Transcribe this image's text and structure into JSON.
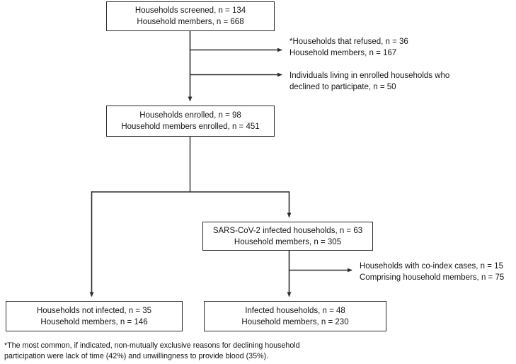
{
  "figure": {
    "type": "flowchart",
    "title": "Household SARS-CoV-2 transmission study participant flow",
    "line_color": "#2b2b2b",
    "text_color": "#141414",
    "background": "#ffffff"
  },
  "nodes": {
    "screened": {
      "name": "households-screened",
      "lines": [
        "Households screened, n = 134",
        "Household members, n = 668"
      ]
    },
    "enrolled": {
      "name": "households-enrolled",
      "lines": [
        "Households enrolled, n = 98",
        "Household members enrolled, n = 451"
      ]
    },
    "sars_infected": {
      "name": "sars-cov-2-infected-households",
      "lines": [
        "SARS-CoV-2 infected households, n = 63",
        "Household members, n = 305"
      ]
    },
    "not_infected": {
      "name": "households-not-infected",
      "lines": [
        "Households not infected, n = 35",
        "Household members, n = 146"
      ]
    },
    "infected": {
      "name": "infected-households",
      "lines": [
        "Infected households, n = 48",
        "Household members, n = 230"
      ]
    }
  },
  "exclusions": {
    "refused": {
      "name": "households-refused",
      "lines": [
        "*Households that refused, n = 36",
        "Household members, n = 167"
      ]
    },
    "declined": {
      "name": "individuals-declined",
      "lines": [
        "Individuals living in enrolled households who",
        "declined to participate, n = 50"
      ]
    },
    "co_index": {
      "name": "households-with-co-index-cases",
      "lines": [
        "Households with co-index cases, n = 15",
        "Comprising household members, n = 75"
      ]
    }
  },
  "footnote": {
    "name": "footnote",
    "lines": [
      "*The most common, if indicated, non-mutually exclusive reasons for declining household",
      "participation were lack of time (42%) and unwillingness to provide blood (35%)."
    ]
  },
  "chart_data": {
    "type": "flowchart",
    "title": "Participant flow",
    "counts": {
      "households_screened": 134,
      "household_members_screened": 668,
      "households_refused": 36,
      "household_members_refused": 167,
      "individuals_declined": 50,
      "households_enrolled": 98,
      "household_members_enrolled": 451,
      "sars_infected_households": 63,
      "sars_infected_household_members": 305,
      "households_with_co_index_cases": 15,
      "co_index_household_members": 75,
      "households_not_infected": 35,
      "household_members_not_infected": 146,
      "infected_households": 48,
      "household_members_infected": 230,
      "declining_reason_lack_of_time_pct": 42,
      "declining_reason_unwilling_blood_pct": 35
    }
  }
}
